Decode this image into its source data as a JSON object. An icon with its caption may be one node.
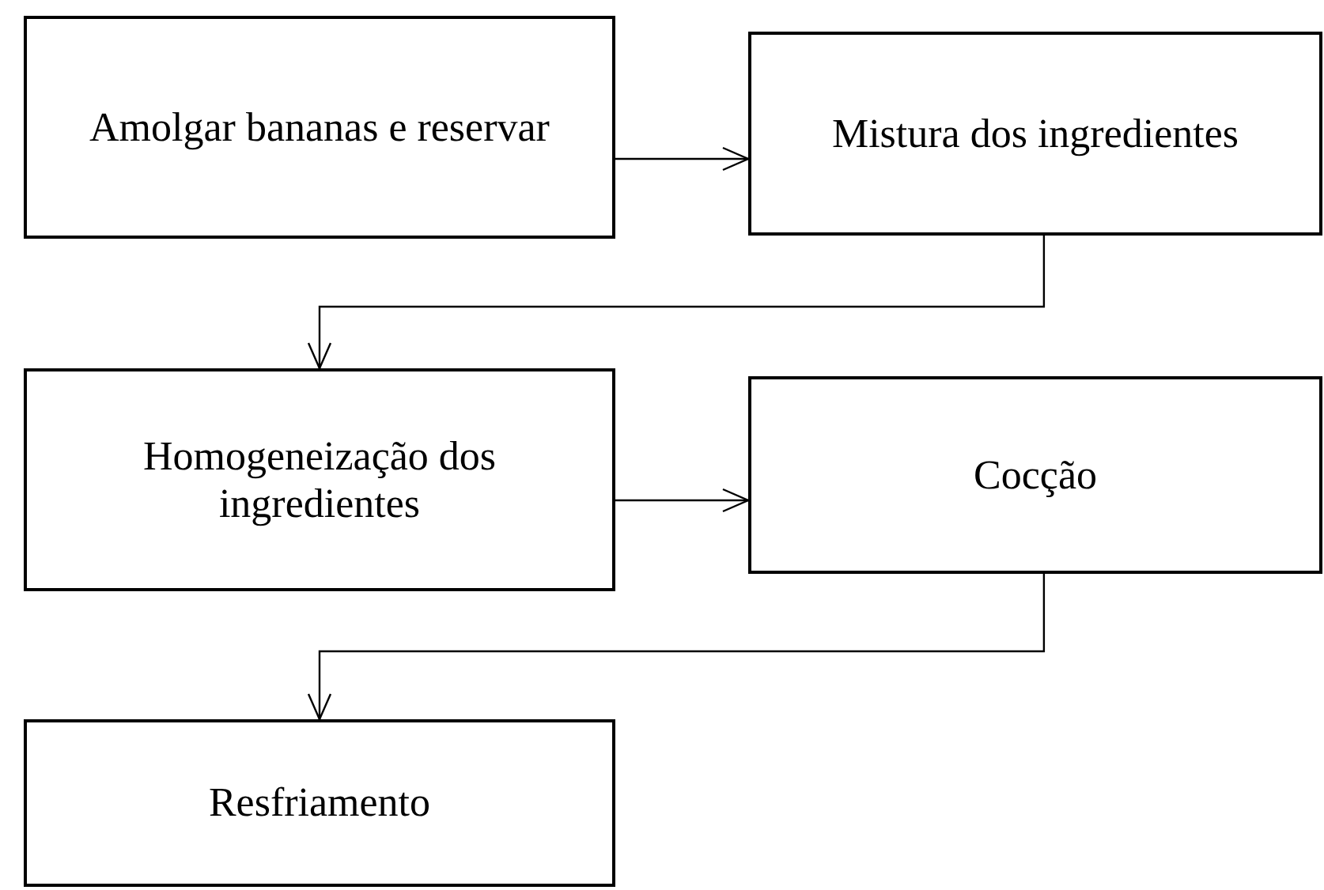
{
  "diagram": {
    "nodes": [
      {
        "text": [
          "Amolgar bananas e reservar"
        ]
      },
      {
        "text": [
          "Mistura dos ingredientes"
        ]
      },
      {
        "text": [
          "Homogeneização dos ingredientes"
        ]
      },
      {
        "text": [
          "Cocção"
        ]
      },
      {
        "text": [
          "Resfriamento"
        ]
      }
    ],
    "edges": [
      {
        "from": 0,
        "to": 1,
        "arrow": "to"
      },
      {
        "from": 1,
        "to": 2,
        "arrow": "to"
      },
      {
        "from": 2,
        "to": 3,
        "arrow": "to"
      },
      {
        "from": 3,
        "to": 4,
        "arrow": "to"
      }
    ]
  }
}
